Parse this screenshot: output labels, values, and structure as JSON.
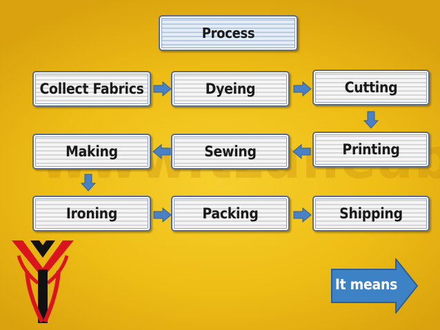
{
  "diagram": {
    "title": "Process",
    "steps": [
      {
        "label": "Collect Fabrics"
      },
      {
        "label": "Dyeing"
      },
      {
        "label": "Cutting"
      },
      {
        "label": "Printing"
      },
      {
        "label": "Sewing"
      },
      {
        "label": "Making"
      },
      {
        "label": "Ironing"
      },
      {
        "label": "Packing"
      },
      {
        "label": "Shipping"
      }
    ],
    "next_button": "It means",
    "watermark": "www.tzaneaboutcom"
  },
  "colors": {
    "background": "#eebd15",
    "box_border": "#5b6c8a",
    "arrow_fill": "#4a80c4",
    "logo_red": "#d9141c",
    "logo_black": "#111111",
    "button_fill": "#3d82c4"
  }
}
